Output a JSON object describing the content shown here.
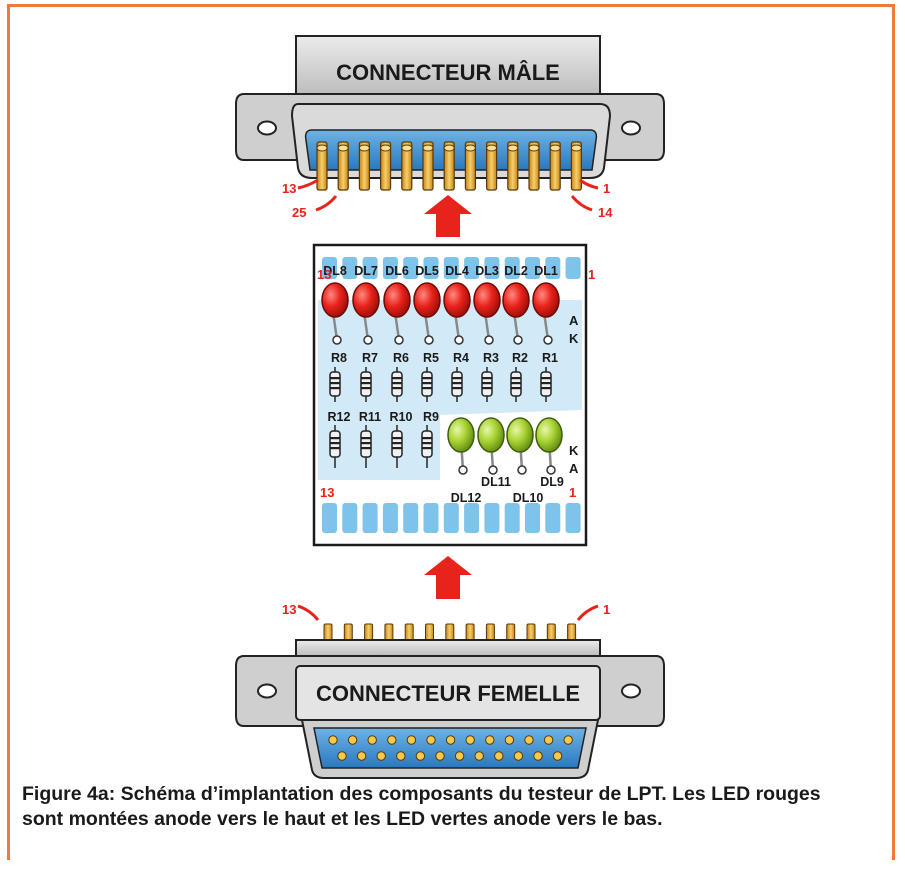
{
  "male_connector": {
    "title": "CONNECTEUR MÂLE",
    "pin_labels": [
      "13",
      "25",
      "1",
      "14"
    ]
  },
  "pcb": {
    "corner_labels": [
      "13",
      "1",
      "13",
      "1"
    ],
    "red_leds": [
      "DL8",
      "DL7",
      "DL6",
      "DL5",
      "DL4",
      "DL3",
      "DL2",
      "DL1"
    ],
    "top_resistors": [
      "R8",
      "R7",
      "R6",
      "R5",
      "R4",
      "R3",
      "R2",
      "R1"
    ],
    "bottom_resistors": [
      "R12",
      "R11",
      "R10",
      "R9"
    ],
    "green_leds": [
      "DL12",
      "DL11",
      "DL10",
      "DL9"
    ],
    "polarity_top": [
      "A",
      "K"
    ],
    "polarity_bottom": [
      "K",
      "A"
    ]
  },
  "female_connector": {
    "title": "CONNECTEUR FEMELLE",
    "pin_labels": [
      "13",
      "1"
    ]
  },
  "caption": "Figure 4a: Schéma d’implantation des composants du testeur de LPT. Les LED rouges sont montées anode vers le haut et les LED vertes anode vers le bas.",
  "colors": {
    "frame": "#ee7a3b",
    "arrow": "#e8231b",
    "pcb_copper": "#7ec3ea",
    "pin_gold": "#e9a92c",
    "red_led": "#e8231b",
    "green_led": "#a8d232",
    "connector_grey": "#d6d6d6",
    "female_blue": "#3d92d2"
  }
}
